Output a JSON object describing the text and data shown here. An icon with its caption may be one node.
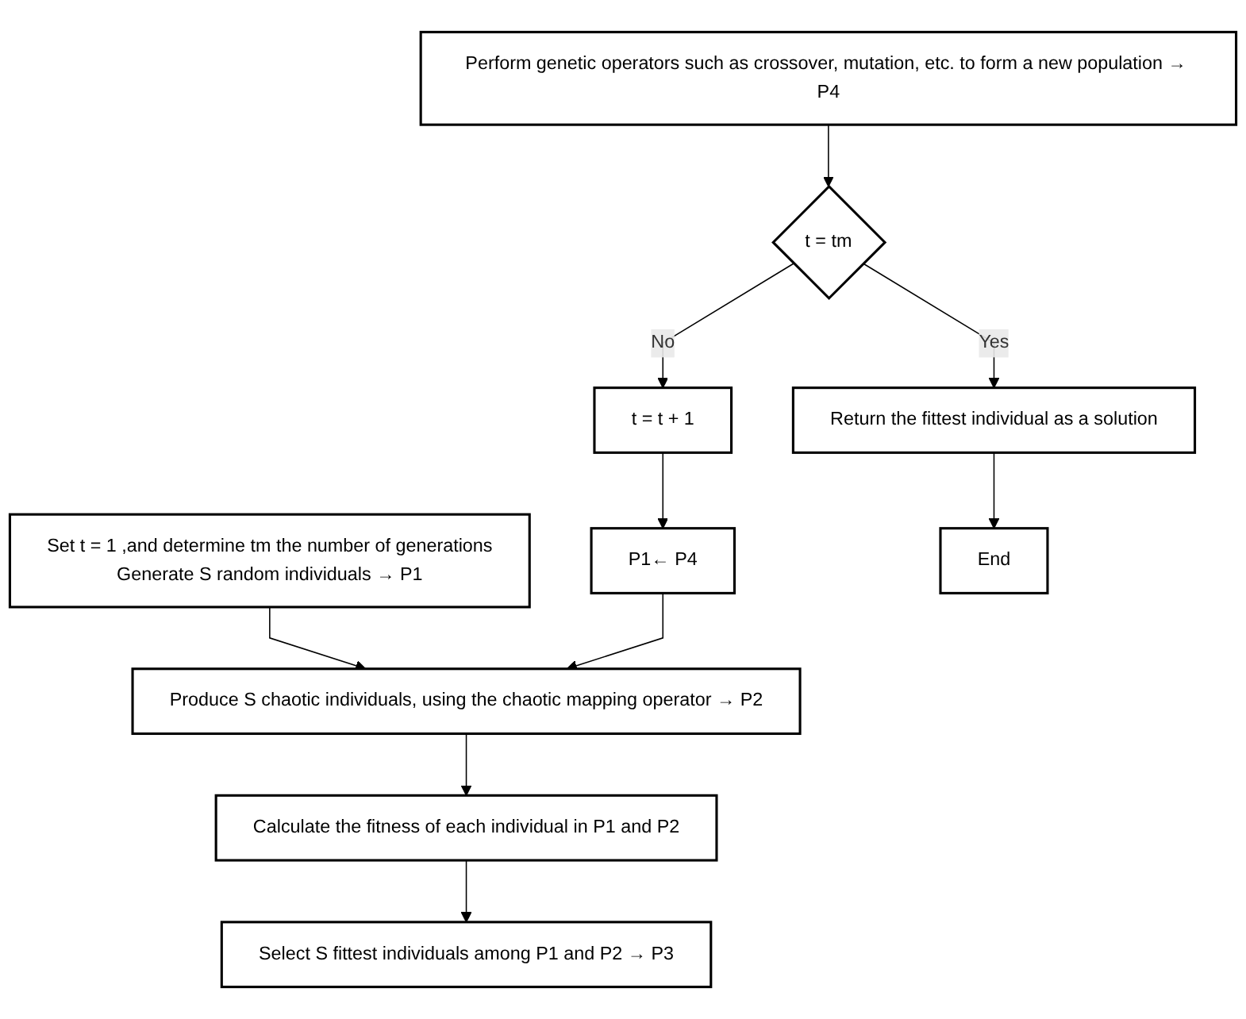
{
  "diagram": {
    "nodes": [
      {
        "text": [
          "Set t = 1 ,and determine tm the number of generations",
          "Generate S random individuals → P1"
        ]
      },
      {
        "text": [
          "Produce S chaotic individuals, using the chaotic mapping operator → P2"
        ]
      },
      {
        "text": [
          "Calculate the fitness of each individual in P1 and P2"
        ]
      },
      {
        "text": [
          "Select S  fittest individuals among P1 and P2 → P3"
        ]
      },
      {
        "text": [
          "Perform genetic operators such as crossover, mutation, etc. to form a new population → P4"
        ]
      },
      {
        "text": [
          "t = tm"
        ]
      },
      {
        "text": [
          "t = t + 1"
        ]
      },
      {
        "text": [
          "P1← P4"
        ]
      },
      {
        "text": [
          "Return the fittest individual as a solution"
        ]
      },
      {
        "text": [
          "End"
        ]
      }
    ],
    "edges": [
      {
        "from": 0,
        "to": 1,
        "arrow": "to"
      },
      {
        "from": 1,
        "to": 2,
        "arrow": "to"
      },
      {
        "from": 2,
        "to": 3,
        "arrow": "to"
      },
      {
        "from": 4,
        "to": 5,
        "arrow": "to"
      },
      {
        "from": 5,
        "to": 6,
        "label": "No",
        "arrow": "to"
      },
      {
        "from": 6,
        "to": 7,
        "arrow": "to"
      },
      {
        "from": 7,
        "to": 1,
        "arrow": "to"
      },
      {
        "from": 5,
        "to": 8,
        "label": "Yes",
        "arrow": "to"
      },
      {
        "from": 8,
        "to": 9,
        "arrow": "to"
      }
    ]
  }
}
